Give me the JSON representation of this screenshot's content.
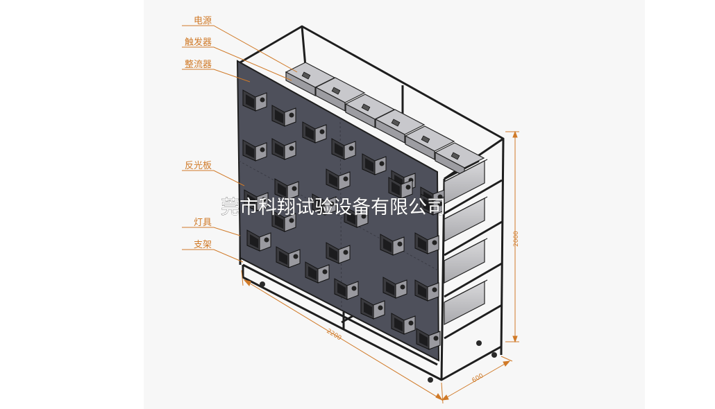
{
  "labels": {
    "power": "电源",
    "trigger": "触发器",
    "rectifier": "整流器",
    "reflector": "反光板",
    "lamp": "灯具",
    "stand": "支架"
  },
  "dimensions": {
    "height": "2000",
    "length": "2200",
    "depth": "600"
  },
  "watermark": "莞市科翔试验设备有限公司"
}
